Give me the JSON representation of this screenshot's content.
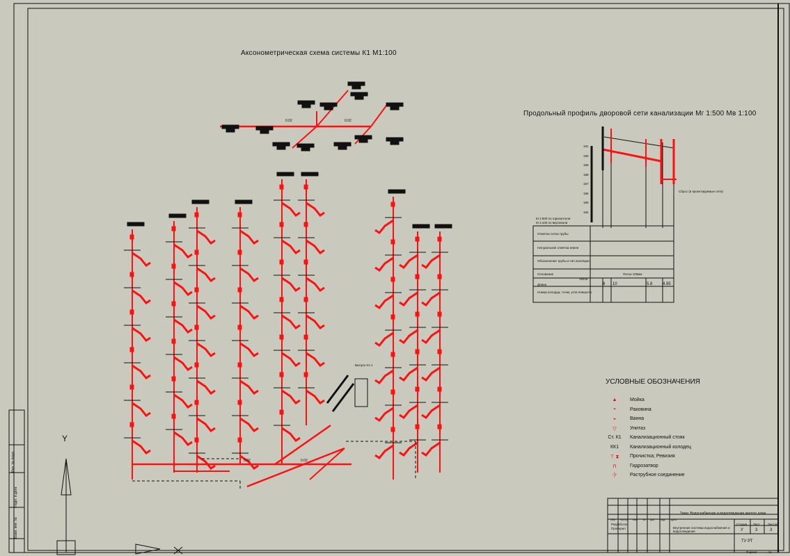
{
  "drawing": {
    "axon_title": "Аксонометрическая схема системы К1 М1:100",
    "profile_title": "Продольный профиль дворовой сети канализации Мг 1:500 Мв 1:100",
    "slopes": [
      "0.02",
      "0.02",
      "0.02",
      "0.02"
    ],
    "outlet_label": "Выпуск К1-1"
  },
  "profile": {
    "scale_note": [
      "М 1:500 по горизонтали",
      "М 1:100 по вертикали"
    ],
    "y_ticks": [
      "191",
      "190",
      "189",
      "188",
      "187",
      "186",
      "185",
      "184"
    ],
    "discharge_note": "Сброс (в проектируемые сети)",
    "rows": [
      "Отметка лотка трубы",
      "Натуральная отметка земли",
      "Обозначение трубы и тип изоляции",
      "Основание",
      "Длина",
      "Номер колодца, точки, угла поворота"
    ],
    "slope_header": "Уклон",
    "base_value": "Песок 100мм",
    "lengths": [
      "6",
      "10",
      "5.8",
      "4.95"
    ]
  },
  "legend": {
    "title": "УСЛОВНЫЕ ОБОЗНАЧЕНИЯ",
    "items": [
      {
        "symbol": "▲",
        "label": "Мойка"
      },
      {
        "symbol": "◓",
        "label": "Раковина"
      },
      {
        "symbol": "◒",
        "label": "Ванна"
      },
      {
        "symbol": "▽",
        "label": "Унитаз"
      },
      {
        "symbol": "Ст. К1",
        "label": "Канализационный стояк"
      },
      {
        "symbol": "КК1",
        "label": "Канализационный колодец"
      },
      {
        "symbol": "⊤ ⧗",
        "label": "Прочистка; Ревизия"
      },
      {
        "symbol": "⊓",
        "label": "Гидрозатвор"
      },
      {
        "symbol": "-)-",
        "label": "Раструбное соединение"
      }
    ]
  },
  "title_block": {
    "theme": "Тема: Водоснабжение и водоотведение жилого дома",
    "sheet_name": "Внутренние системы водоснабжения и водоотведения",
    "headers": [
      "Изм.",
      "Кол.уч",
      "Лист",
      "№ док.",
      "Подп.",
      "Дата"
    ],
    "roles": [
      "Разработал",
      "Проверил"
    ],
    "stage_label": "Стадия",
    "sheet_label": "Лист",
    "sheets_label": "Листов",
    "stage": "У",
    "sheet": "3",
    "sheets": "3",
    "org": "ТУ РТ",
    "format_label": "Формат",
    "format": "А1"
  },
  "side_strip": [
    "Инв. № подл.",
    "Подп. и дата",
    "Взам. инв. №"
  ],
  "ucs": {
    "y_label": "Y"
  },
  "colors": {
    "background": "#c9c9bd",
    "pipe": "#ff1010",
    "line": "#111111"
  }
}
